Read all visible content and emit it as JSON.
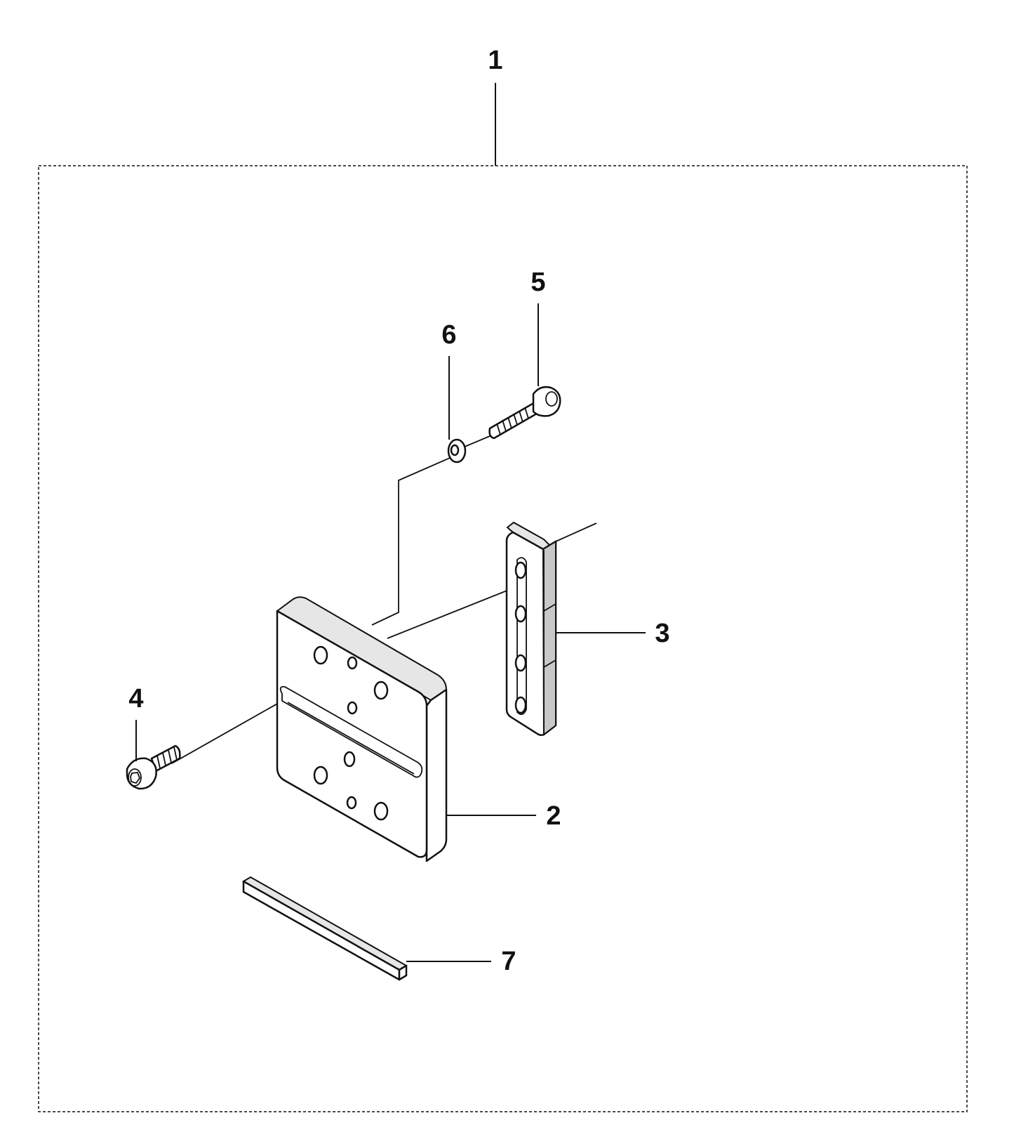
{
  "callouts": {
    "c1": "1",
    "c2": "2",
    "c3": "3",
    "c4": "4",
    "c5": "5",
    "c6": "6",
    "c7": "7"
  },
  "colors": {
    "line": "#111111",
    "background": "#ffffff",
    "shade": "#e6e6e6"
  }
}
